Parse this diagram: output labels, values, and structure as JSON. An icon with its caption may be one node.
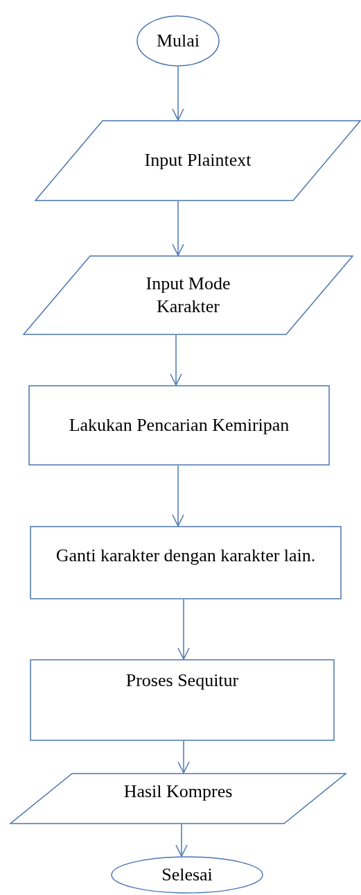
{
  "diagram": {
    "nodes": [
      {
        "text": [
          "Mulai"
        ]
      },
      {
        "text": [
          "Input Plaintext"
        ]
      },
      {
        "text": [
          "Input Mode Karakter"
        ]
      },
      {
        "text": [
          "Lakukan Pencarian Kemiripan"
        ]
      },
      {
        "text": [
          "Ganti karakter dengan karakter lain."
        ]
      },
      {
        "text": [
          "Proses Sequitur"
        ]
      },
      {
        "text": [
          "Hasil Kompres"
        ]
      },
      {
        "text": [
          "Selesai"
        ]
      }
    ],
    "edges": [
      {
        "from": 0,
        "to": 1,
        "arrow": "to"
      },
      {
        "from": 1,
        "to": 2,
        "arrow": "to"
      },
      {
        "from": 2,
        "to": 3,
        "arrow": "to"
      },
      {
        "from": 3,
        "to": 4,
        "arrow": "to"
      },
      {
        "from": 4,
        "to": 5,
        "arrow": "to"
      },
      {
        "from": 5,
        "to": 6,
        "arrow": "to"
      },
      {
        "from": 6,
        "to": 7,
        "arrow": "to"
      }
    ]
  }
}
